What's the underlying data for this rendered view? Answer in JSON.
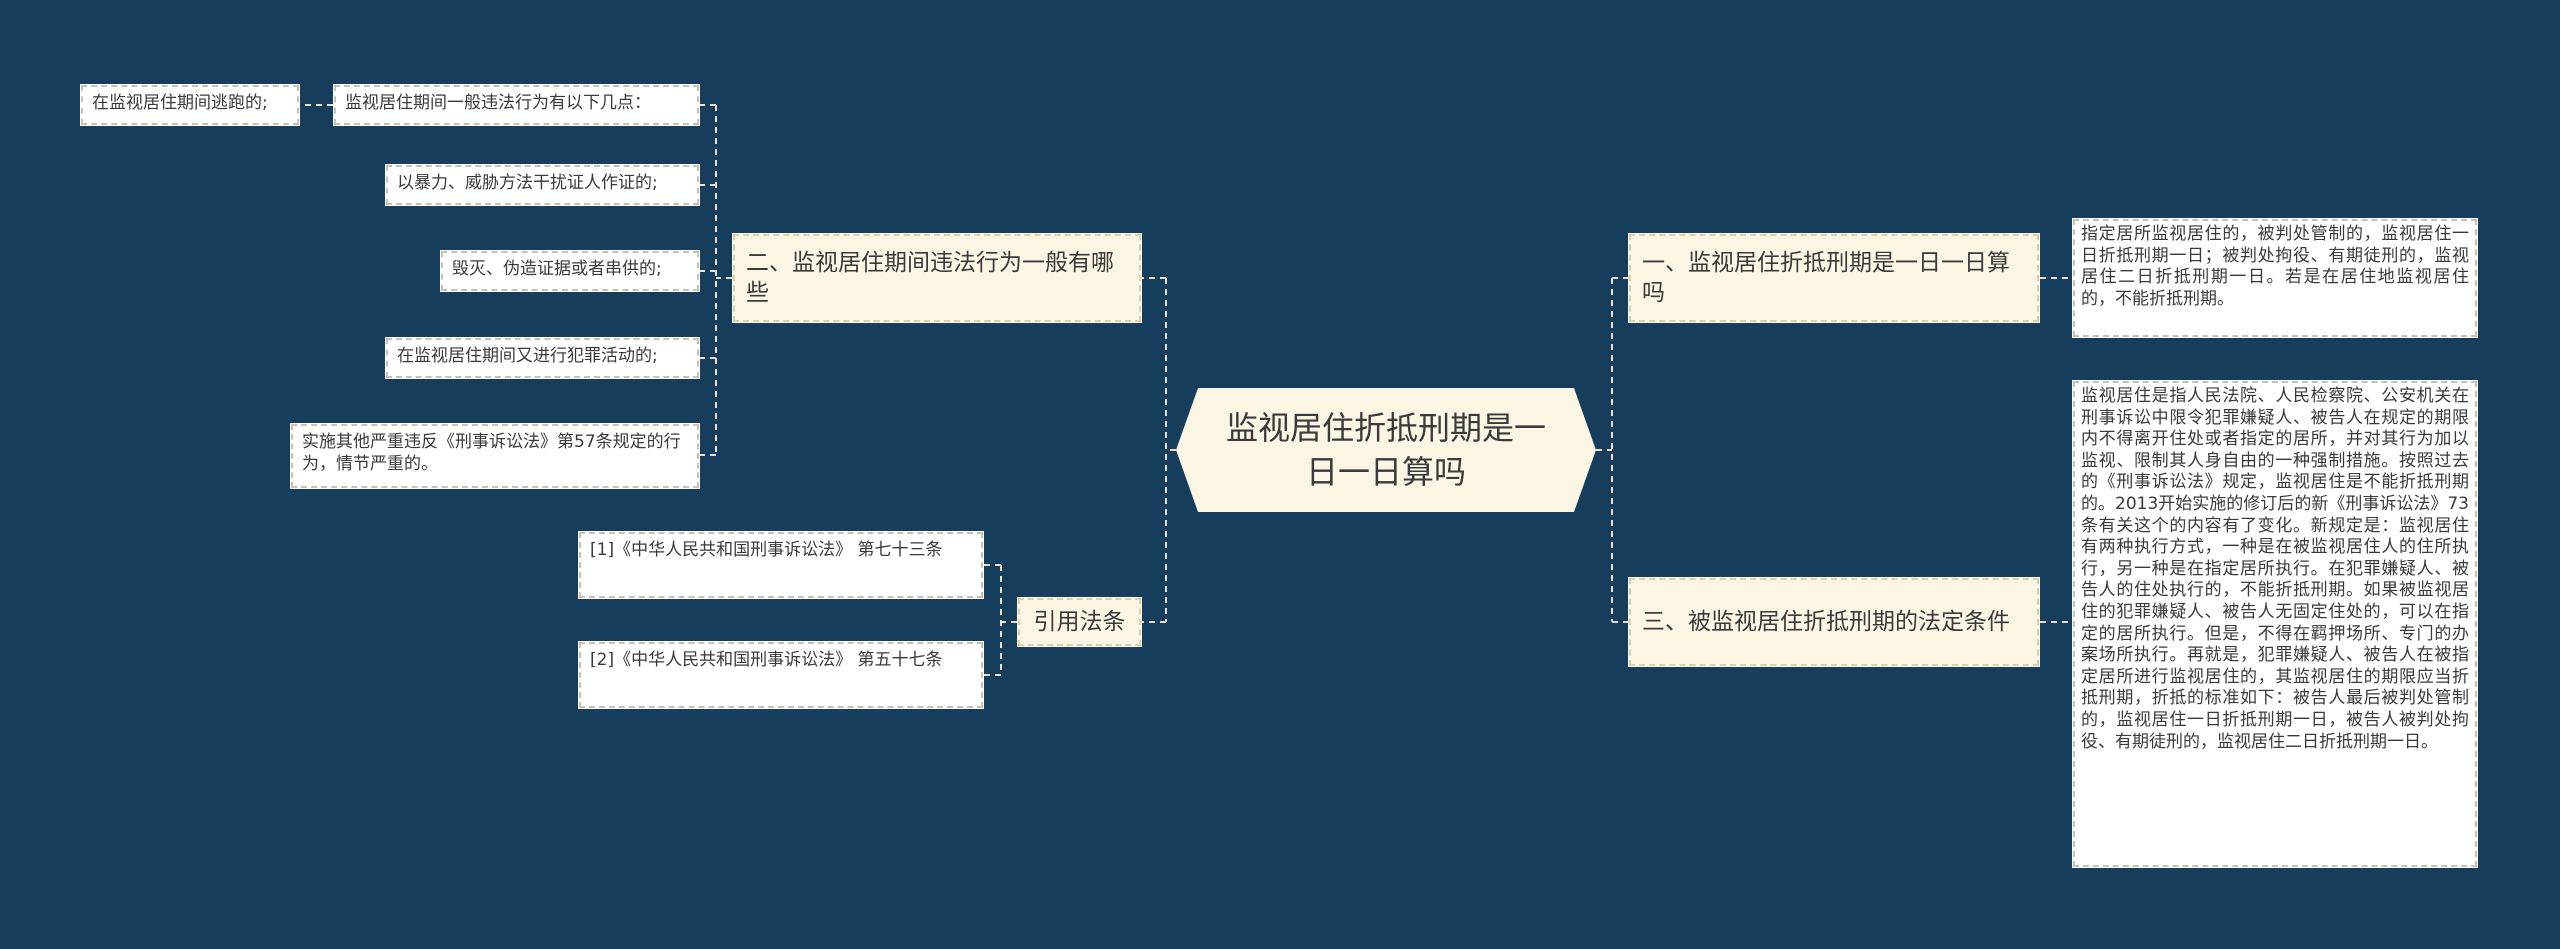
{
  "central": {
    "title": "监视居住折抵刑期是一日一日算吗"
  },
  "left_branches": [
    {
      "label": "二、监视居住期间违法行为一般有哪些",
      "children": [
        "监视居住期间一般违法行为有以下几点：",
        "以暴力、威胁方法干扰证人作证的;",
        "毁灭、伪造证据或者串供的;",
        "在监视居住期间又进行犯罪活动的;",
        "实施其他严重违反《刑事诉讼法》第57条规定的行为，情节严重的。"
      ],
      "grandchild": "在监视居住期间逃跑的;"
    },
    {
      "label": "引用法条",
      "children": [
        "[1]《中华人民共和国刑事诉讼法》 第七十三条",
        "[2]《中华人民共和国刑事诉讼法》 第五十七条"
      ]
    }
  ],
  "right_branches": [
    {
      "label": "一、监视居住折抵刑期是一日一日算吗",
      "detail": "指定居所监视居住的，被判处管制的，监视居住一日折抵刑期一日；被判处拘役、有期徒刑的，监视居住二日折抵刑期一日。若是在居住地监视居住的，不能折抵刑期。"
    },
    {
      "label": "三、被监视居住折抵刑期的法定条件",
      "detail": "监视居住是指人民法院、人民检察院、公安机关在刑事诉讼中限令犯罪嫌疑人、被告人在规定的期限内不得离开住处或者指定的居所，并对其行为加以监视、限制其人身自由的一种强制措施。按照过去的《刑事诉讼法》规定，监视居住是不能折抵刑期的。2013开始实施的修订后的新《刑事诉讼法》73条有关这个的内容有了变化。新规定是：监视居住有两种执行方式，一种是在被监视居住人的住所执行，另一种是在指定居所执行。在犯罪嫌疑人、被告人的住处执行的，不能折抵刑期。如果被监视居住的犯罪嫌疑人、被告人无固定住处的，可以在指定的居所执行。但是，不得在羁押场所、专门的办案场所执行。再就是，犯罪嫌疑人、被告人在被指定居所进行监视居住的，其监视居住的期限应当折抵刑期，折抵的标准如下：被告人最后被判处管制的，监视居住一日折抵刑期一日，被告人被判处拘役、有期徒刑的，监视居住二日折抵刑期一日。"
    }
  ],
  "colors": {
    "background": "#173d5c",
    "node_fill": "#fbf5e4",
    "leaf_fill": "#ffffff",
    "connector": "#e8e3d3"
  }
}
